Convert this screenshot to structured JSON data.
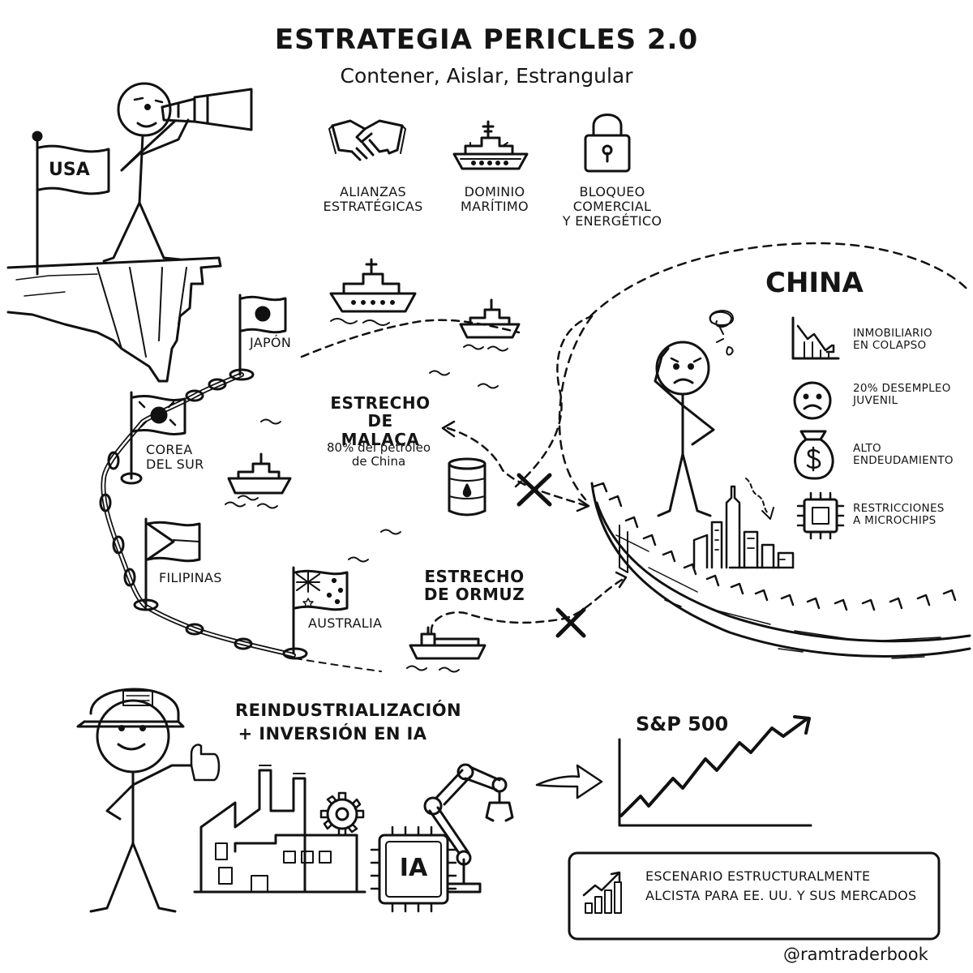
{
  "header": {
    "title": "ESTRATEGIA PERICLES 2.0",
    "subtitle": "Contener, Aislar, Estrangular"
  },
  "pillars": [
    {
      "icon": "handshake-icon",
      "label_lines": [
        "ALIANZAS",
        "ESTRATÉGICAS"
      ]
    },
    {
      "icon": "warship-icon",
      "label_lines": [
        "DOMINIO",
        "MARÍTIMO"
      ]
    },
    {
      "icon": "padlock-icon",
      "label_lines": [
        "BLOQUEO",
        "COMERCIAL",
        "Y ENERGÉTICO"
      ]
    }
  ],
  "usa": {
    "flag_label": "USA"
  },
  "allies": {
    "japan": "JAPÓN",
    "korea_lines": [
      "COREA",
      "DEL SUR"
    ],
    "philippines": "FILIPINAS",
    "australia": "AUSTRALIA"
  },
  "straits": {
    "malacca_lines": [
      "ESTRECHO",
      "DE MALACA"
    ],
    "malacca_note_lines": [
      "80% del petróleo",
      "de China"
    ],
    "hormuz_lines": [
      "ESTRECHO",
      "DE ORMUZ"
    ]
  },
  "china": {
    "title": "CHINA",
    "problems": [
      {
        "icon": "falling-chart-icon",
        "lines": [
          "INMOBILIARIO",
          "EN COLAPSO"
        ]
      },
      {
        "icon": "sad-face-icon",
        "lines": [
          "20% DESEMPLEO",
          "JUVENIL"
        ]
      },
      {
        "icon": "money-bag-icon",
        "lines": [
          "ALTO",
          "ENDEUDAMIENTO"
        ]
      },
      {
        "icon": "microchip-icon",
        "lines": [
          "RESTRICCIONES",
          "A MICROCHIPS"
        ]
      }
    ]
  },
  "bottom": {
    "heading_lines": [
      "REINDUSTRIALIZACIÓN",
      "+ INVERSIÓN EN IA"
    ],
    "chip_label": "IA",
    "chart_label": "S&P 500",
    "box_lines": [
      "ESCENARIO ESTRUCTURALMENTE",
      "ALCISTA PARA EE. UU. Y SUS MERCADOS"
    ],
    "handle": "@ramtraderbook"
  }
}
